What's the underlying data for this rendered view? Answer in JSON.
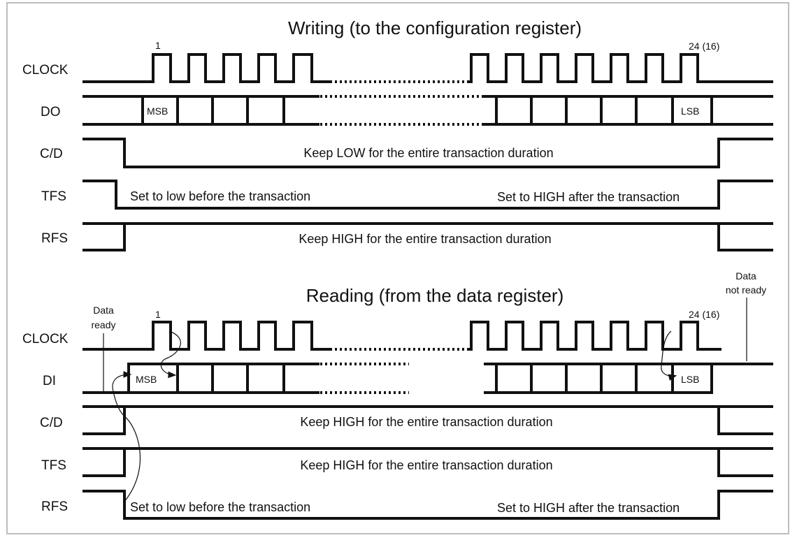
{
  "writing": {
    "title": "Writing (to the configuration register)",
    "first_pulse": "1",
    "last_pulse": "24 (16)",
    "signals": {
      "clock": "CLOCK",
      "do": "DO",
      "cd": "C/D",
      "tfs": "TFS",
      "rfs": "RFS"
    },
    "bits": {
      "msb": "MSB",
      "lsb": "LSB"
    },
    "notes": {
      "cd": "Keep LOW for the entire transaction duration",
      "tfs_start": "Set to low before the transaction",
      "tfs_end": "Set to HIGH after the transaction",
      "rfs": "Keep HIGH for the entire transaction duration"
    }
  },
  "reading": {
    "title": "Reading (from the data register)",
    "first_pulse": "1",
    "last_pulse": "24 (16)",
    "data_ready": [
      "Data",
      "ready"
    ],
    "data_not_ready": [
      "Data",
      "not ready"
    ],
    "signals": {
      "clock": "CLOCK",
      "di": "DI",
      "cd": "C/D",
      "tfs": "TFS",
      "rfs": "RFS"
    },
    "bits": {
      "msb": "MSB",
      "lsb": "LSB"
    },
    "notes": {
      "cd": "Keep HIGH for the entire transaction duration",
      "tfs": "Keep HIGH for the entire transaction duration",
      "rfs_start": "Set to low before the transaction",
      "rfs_end": "Set to HIGH after the transaction"
    }
  }
}
